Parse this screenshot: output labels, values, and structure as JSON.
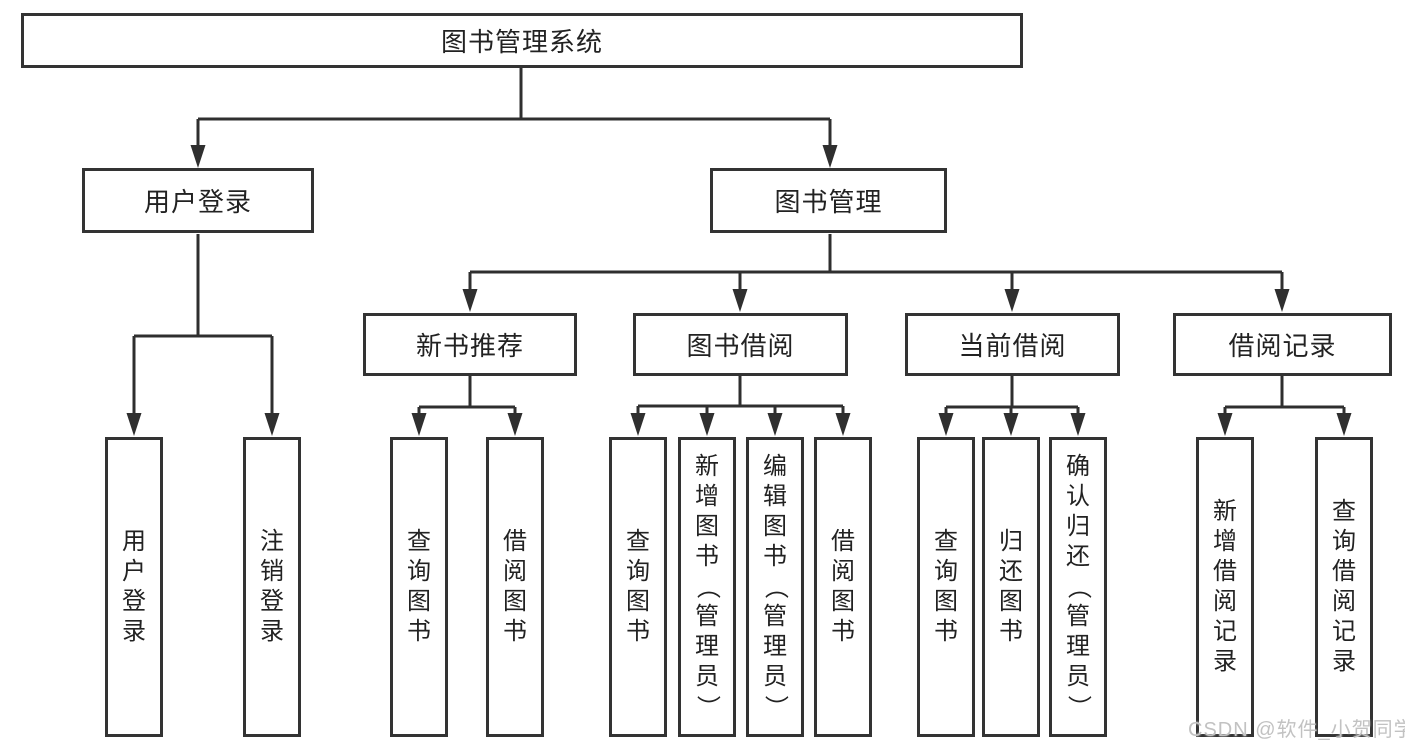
{
  "style": {
    "background": "#ffffff",
    "line_color": "#2f2f2f",
    "box_border_color": "#333333",
    "text_color": "#222222",
    "watermark_color": "#c2c2c2"
  },
  "diagram": {
    "root": {
      "label": "图书管理系统"
    },
    "branches": [
      {
        "label": "用户登录",
        "children": [
          {
            "label": "用户登录"
          },
          {
            "label": "注销登录"
          }
        ]
      },
      {
        "label": "图书管理",
        "children": [
          {
            "label": "新书推荐",
            "children": [
              {
                "label": "查询图书"
              },
              {
                "label": "借阅图书"
              }
            ]
          },
          {
            "label": "图书借阅",
            "children": [
              {
                "label": "查询图书"
              },
              {
                "label": "新增图书（管理员）"
              },
              {
                "label": "编辑图书（管理员）"
              },
              {
                "label": "借阅图书"
              }
            ]
          },
          {
            "label": "当前借阅",
            "children": [
              {
                "label": "查询图书"
              },
              {
                "label": "归还图书"
              },
              {
                "label": "确认归还（管理员）"
              }
            ]
          },
          {
            "label": "借阅记录",
            "children": [
              {
                "label": "新增借阅记录"
              },
              {
                "label": "查询借阅记录"
              }
            ]
          }
        ]
      }
    ]
  },
  "watermark": {
    "text": "CSDN @软件_小贺同学"
  }
}
